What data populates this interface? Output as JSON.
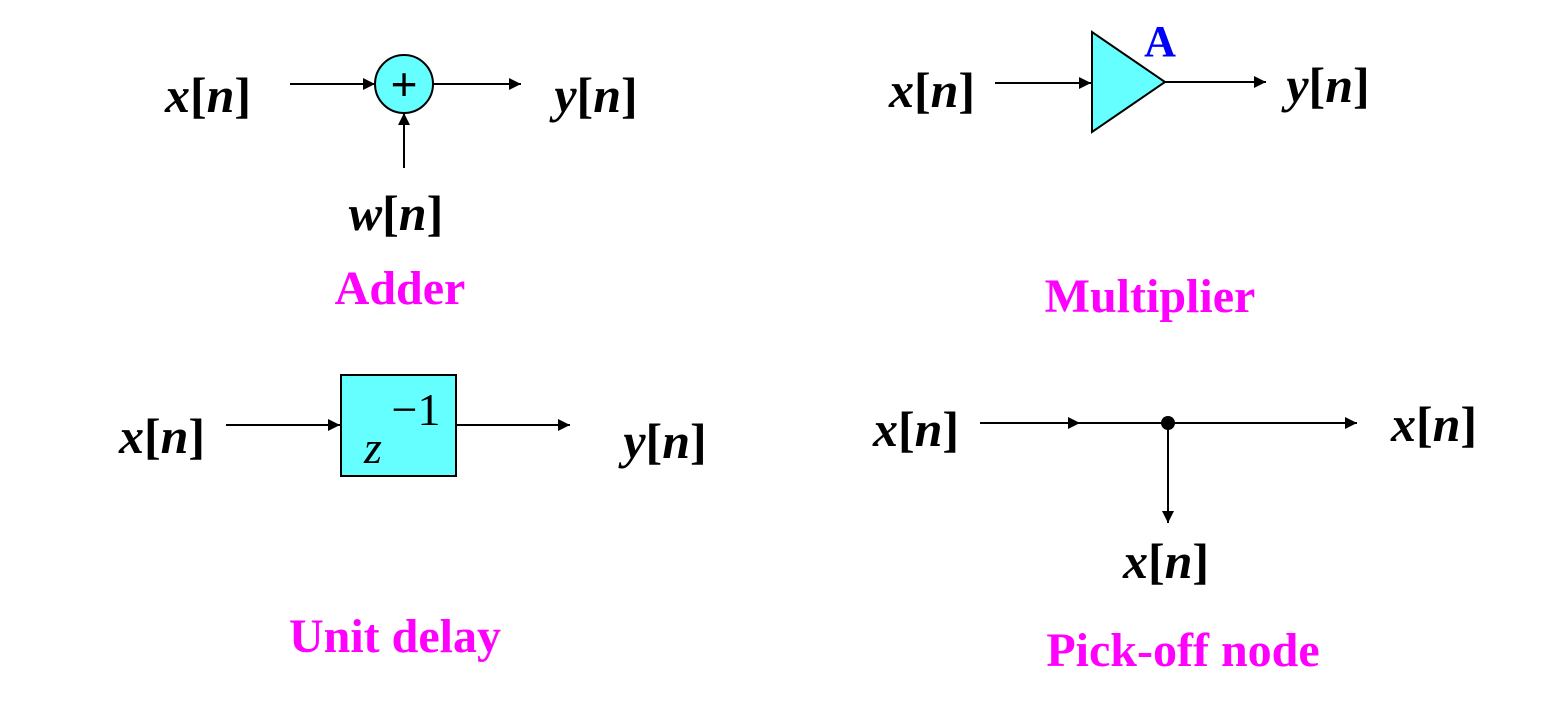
{
  "colors": {
    "block_fill": "#66ffff",
    "caption": "#ff00ff",
    "gain_label": "#0000ff",
    "line": "#000000"
  },
  "adder": {
    "input_var": "x",
    "input_idx": "n",
    "output_var": "y",
    "output_idx": "n",
    "side_var": "w",
    "side_idx": "n",
    "symbol": "+",
    "caption": "Adder"
  },
  "multiplier": {
    "input_var": "x",
    "input_idx": "n",
    "output_var": "y",
    "output_idx": "n",
    "gain": "A",
    "caption": "Multiplier"
  },
  "unit_delay": {
    "input_var": "x",
    "input_idx": "n",
    "output_var": "y",
    "output_idx": "n",
    "z_var": "z",
    "z_power": "−1",
    "caption": "Unit delay"
  },
  "pickoff": {
    "input_var": "x",
    "input_idx": "n",
    "output_var": "x",
    "output_idx": "n",
    "branch_var": "x",
    "branch_idx": "n",
    "caption": "Pick-off node"
  },
  "bracket_open": "[",
  "bracket_close": "]"
}
